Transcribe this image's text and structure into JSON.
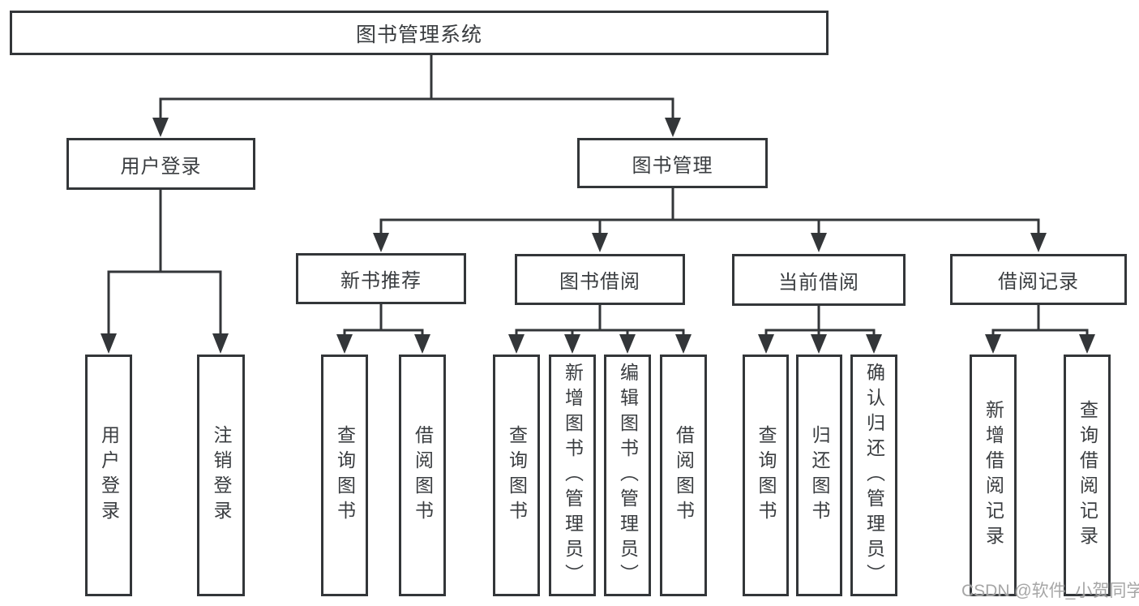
{
  "tree": {
    "label": "图书管理系统",
    "children": [
      {
        "label": "用户登录",
        "children": [
          {
            "label": "用户登录"
          },
          {
            "label": "注销登录"
          }
        ]
      },
      {
        "label": "图书管理",
        "children": [
          {
            "label": "新书推荐",
            "children": [
              {
                "label": "查询图书"
              },
              {
                "label": "借阅图书"
              }
            ]
          },
          {
            "label": "图书借阅",
            "children": [
              {
                "label": "查询图书"
              },
              {
                "label": "新增图书（管理员）"
              },
              {
                "label": "编辑图书（管理员）"
              },
              {
                "label": "借阅图书"
              }
            ]
          },
          {
            "label": "当前借阅",
            "children": [
              {
                "label": "查询图书"
              },
              {
                "label": "归还图书"
              },
              {
                "label": "确认归还（管理员）"
              }
            ]
          },
          {
            "label": "借阅记录",
            "children": [
              {
                "label": "新增借阅记录"
              },
              {
                "label": "查询借阅记录"
              }
            ]
          }
        ]
      }
    ]
  },
  "watermark": {
    "text": "CSDN @软件_小贺同学"
  },
  "colors": {
    "line": "#333639",
    "text": "#3a3d40",
    "box_background": "#ffffff",
    "watermark": "#9e9e9e"
  }
}
